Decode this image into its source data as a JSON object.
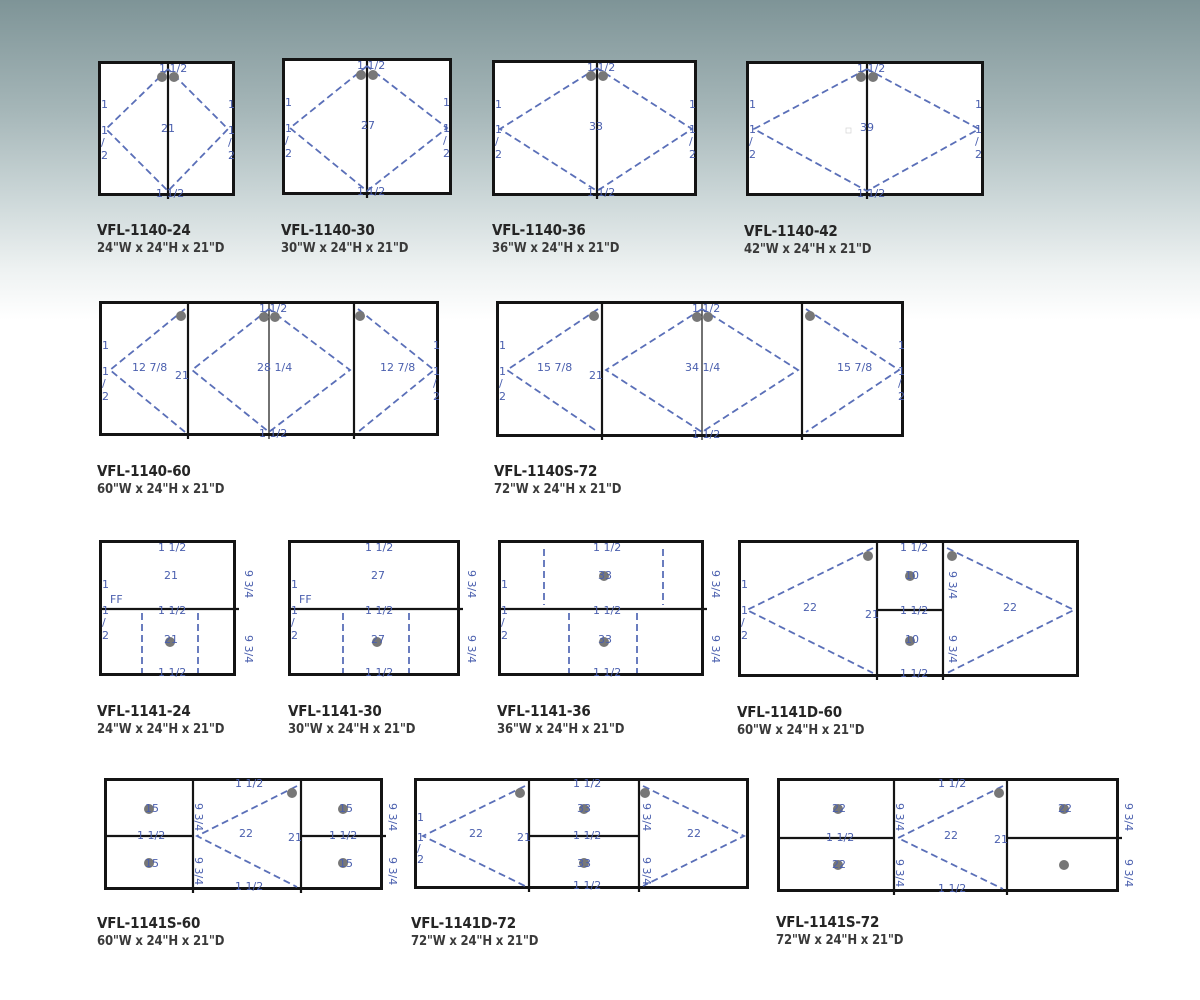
{
  "colors": {
    "frame": "#141414",
    "dash": "#5a6fb8",
    "annotation": "#4a5fae",
    "hinge": "#777777"
  },
  "cabinets": [
    {
      "model": "VFL-1140-24",
      "dims": "24\"W x 24\"H x 21\"D",
      "notes": [
        "1 1/2",
        "1 1/2",
        "21",
        "1",
        "1",
        "/",
        "2",
        "1",
        "1",
        "/",
        "2"
      ]
    },
    {
      "model": "VFL-1140-30",
      "dims": "30\"W x 24\"H x 21\"D",
      "notes": [
        "1 1/2",
        "1 1/2",
        "27",
        "1",
        "1",
        "/",
        "2",
        "1",
        "1",
        "/",
        "2"
      ]
    },
    {
      "model": "VFL-1140-36",
      "dims": "36\"W x 24\"H x 21\"D",
      "notes": [
        "1 1/2",
        "1 1/2",
        "33",
        "1",
        "1",
        "/",
        "2",
        "1",
        "1",
        "/",
        "2"
      ]
    },
    {
      "model": "VFL-1140-42",
      "dims": "42\"W x 24\"H x 21\"D",
      "notes": [
        "1 1/2",
        "1 1/2",
        "39",
        "1",
        "1",
        "/",
        "2",
        "1",
        "1",
        "/",
        "2"
      ]
    },
    {
      "model": "VFL-1140-60",
      "dims": "60\"W x 24\"H x 21\"D",
      "notes": [
        "1 1/2",
        "1 1/2",
        "12 7/8",
        "28 1/4",
        "12 7/8",
        "21",
        "1",
        "1",
        "/",
        "2",
        "1",
        "1",
        "/",
        "2"
      ]
    },
    {
      "model": "VFL-1140S-72",
      "dims": "72\"W x 24\"H x 21\"D",
      "notes": [
        "1 1/2",
        "1 1/2",
        "15 7/8",
        "34 1/4",
        "15 7/8",
        "21",
        "1",
        "1",
        "/",
        "2",
        "1",
        "1",
        "/",
        "2"
      ]
    },
    {
      "model": "VFL-1141-24",
      "dims": "24\"W x 24\"H x 21\"D",
      "notes": [
        "1 1/2",
        "21",
        "1 1/2",
        "21",
        "1 1/2",
        "9 3/4",
        "9 3/4",
        "FF",
        "1",
        "1",
        "/",
        "2"
      ]
    },
    {
      "model": "VFL-1141-30",
      "dims": "30\"W x 24\"H x 21\"D",
      "notes": [
        "1 1/2",
        "27",
        "1 1/2",
        "27",
        "1 1/2",
        "9 3/4",
        "9 3/4",
        "FF",
        "1",
        "1",
        "/",
        "2"
      ]
    },
    {
      "model": "VFL-1141-36",
      "dims": "36\"W x 24\"H x 21\"D",
      "notes": [
        "1 1/2",
        "33",
        "1 1/2",
        "33",
        "1 1/2",
        "9 3/4",
        "9 3/4",
        "1",
        "1",
        "/",
        "2"
      ]
    },
    {
      "model": "VFL-1141D-60",
      "dims": "60\"W x 24\"H x 21\"D",
      "notes": [
        "1 1/2",
        "10",
        "1 1/2",
        "10",
        "1 1/2",
        "22",
        "22",
        "21",
        "9 3/4",
        "9 3/4",
        "1",
        "1",
        "/",
        "2"
      ]
    },
    {
      "model": "VFL-1141S-60",
      "dims": "60\"W x 24\"H x 21\"D",
      "notes": [
        "1 1/2",
        "15",
        "1 1/2",
        "15",
        "15",
        "15",
        "22",
        "1 1/2",
        "9 3/4",
        "9 3/4",
        "21",
        "9 3/4",
        "9 3/4",
        "1 1/2"
      ]
    },
    {
      "model": "VFL-1141D-72",
      "dims": "72\"W x 24\"H x 21\"D",
      "notes": [
        "1 1/2",
        "22",
        "22",
        "33",
        "1 1/2",
        "33",
        "1 1/2",
        "9 3/4",
        "9 3/4",
        "21",
        "1",
        "1",
        "/",
        "2"
      ]
    },
    {
      "model": "VFL-1141S-72",
      "dims": "72\"W x 24\"H x 21\"D",
      "notes": [
        "1 1/2",
        "22",
        "22",
        "1 1/2",
        "22",
        "22",
        "9 3/4",
        "9 3/4",
        "9 3/4",
        "9 3/4",
        "21",
        "1 1/2"
      ]
    }
  ]
}
